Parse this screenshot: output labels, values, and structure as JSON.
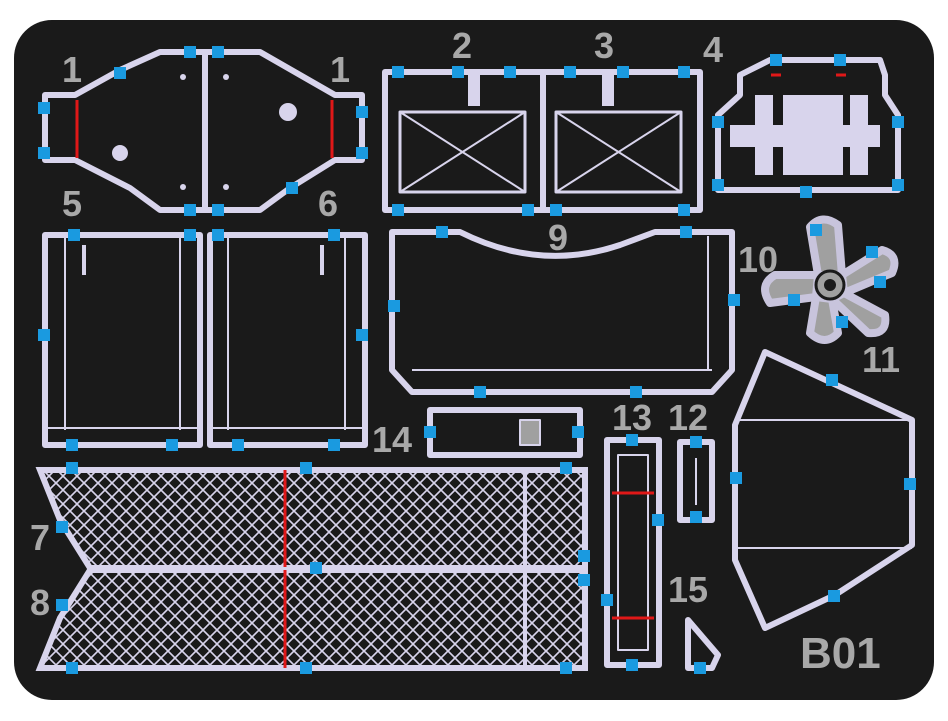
{
  "sheet": {
    "code": "B01",
    "colors": {
      "background": "#1a1a1a",
      "metal": "#d8d4ec",
      "tab": "#1a9ae0",
      "fold_line": "#e01818",
      "label": "#a8a8a8",
      "propeller_outline": "#c8c4dc",
      "propeller_fill": "#a0a0a0"
    }
  },
  "part_labels": {
    "p1_left": "1",
    "p1_right": "1",
    "p2": "2",
    "p3": "3",
    "p4": "4",
    "p5": "5",
    "p6": "6",
    "p7": "7",
    "p8": "8",
    "p9": "9",
    "p10": "10",
    "p11": "11",
    "p12": "12",
    "p13": "13",
    "p14": "14",
    "p15": "15"
  }
}
